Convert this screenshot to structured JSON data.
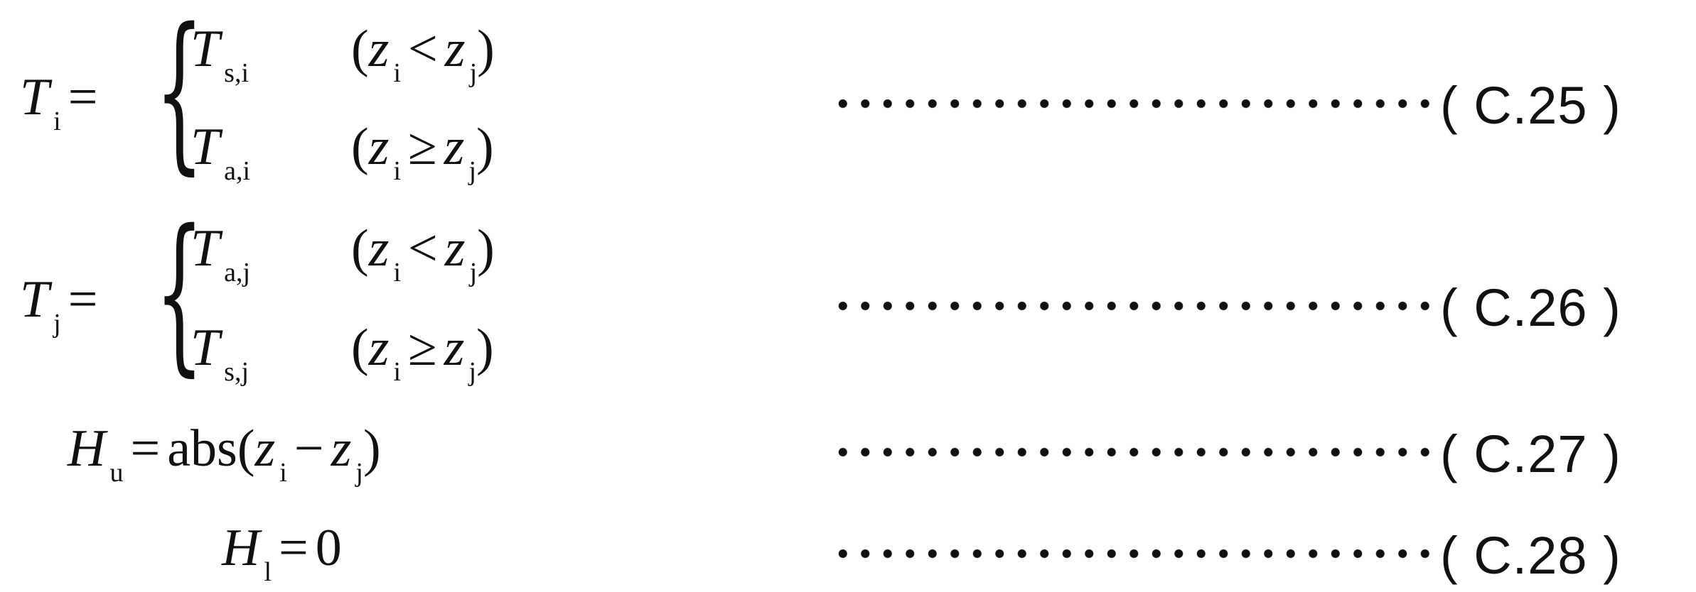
{
  "equations": [
    {
      "lhs": {
        "var": "T",
        "sub": "i",
        "rel": "="
      },
      "cases": [
        {
          "var": "T",
          "sub": "s,i",
          "cond": {
            "open": "(",
            "a": "z",
            "a_sub": "i",
            "op": "<",
            "b": "z",
            "b_sub": "j",
            "close": ")"
          }
        },
        {
          "var": "T",
          "sub": "a,i",
          "cond": {
            "open": "(",
            "a": "z",
            "a_sub": "i",
            "op": "≥",
            "b": "z",
            "b_sub": "j",
            "close": ")"
          }
        }
      ],
      "number": "( C.25 )"
    },
    {
      "lhs": {
        "var": "T",
        "sub": "j",
        "rel": "="
      },
      "cases": [
        {
          "var": "T",
          "sub": "a,j",
          "cond": {
            "open": "(",
            "a": "z",
            "a_sub": "i",
            "op": "<",
            "b": "z",
            "b_sub": "j",
            "close": ")"
          }
        },
        {
          "var": "T",
          "sub": "s,j",
          "cond": {
            "open": "(",
            "a": "z",
            "a_sub": "i",
            "op": "≥",
            "b": "z",
            "b_sub": "j",
            "close": ")"
          }
        }
      ],
      "number": "( C.26 )"
    },
    {
      "lhs": {
        "var": "H",
        "sub": "u",
        "rel": "="
      },
      "rhs": {
        "func": "abs(",
        "a": "z",
        "a_sub": "i",
        "op": "−",
        "b": "z",
        "b_sub": "j",
        "close": ")"
      },
      "number": "( C.27 )"
    },
    {
      "lhs": {
        "var": "H",
        "sub": "l",
        "rel": "="
      },
      "rhs": {
        "value": "0"
      },
      "number": "( C.28 )"
    }
  ]
}
